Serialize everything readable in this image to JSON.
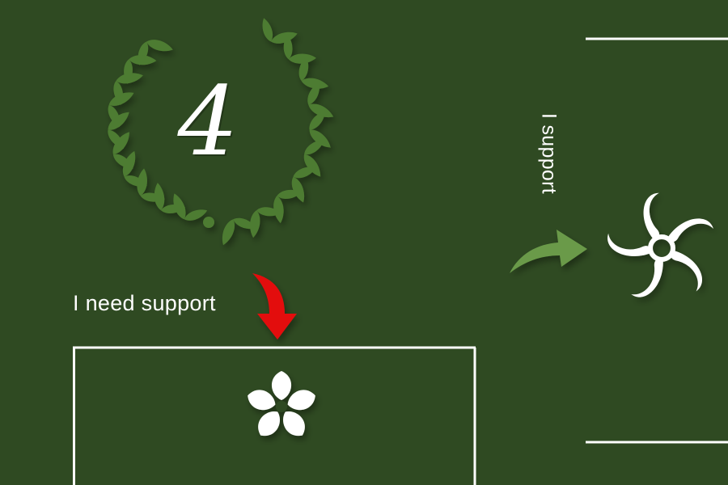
{
  "scene": {
    "background_color": "#2f4a22",
    "rank": {
      "value": "4",
      "wreath_icon": "laurel-wreath-icon",
      "wreath_color": "#4e7b32"
    },
    "needer": {
      "label": "I need support",
      "icon": "five-petal-flower-icon",
      "arrow_icon": "curved-arrow-down-icon",
      "arrow_color": "#e30f0f"
    },
    "supporter": {
      "label": "I support",
      "icon": "swirl-pinwheel-icon",
      "arrow_icon": "curved-arrow-right-icon",
      "arrow_color": "#6a9a4a"
    },
    "line_color": "#ffffff"
  }
}
